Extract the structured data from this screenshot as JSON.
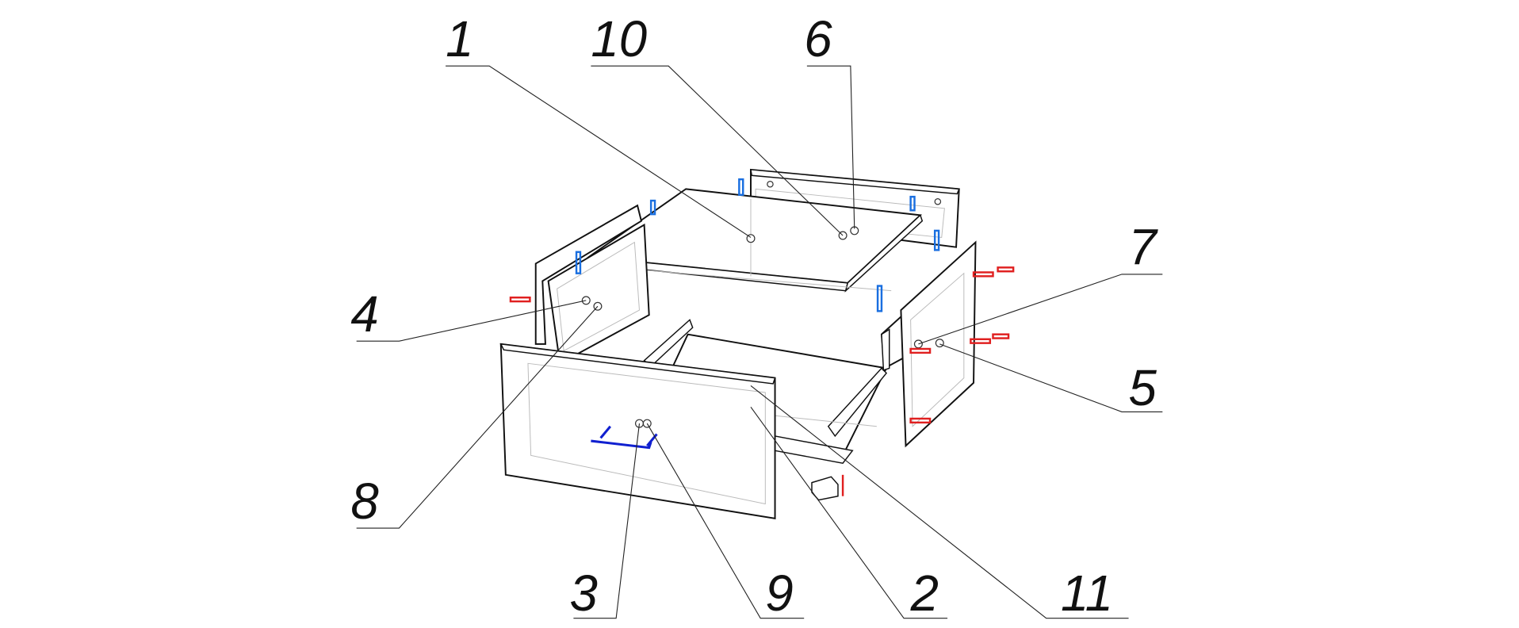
{
  "diagram": {
    "title": "Drawer unit exploded assembly view",
    "part_labels": [
      "1",
      "10",
      "6",
      "7",
      "5",
      "4",
      "8",
      "3",
      "9",
      "2",
      "11"
    ],
    "colors": {
      "line": "#111111",
      "fastener_red": "#e02020",
      "fastener_blue": "#1a6fe0",
      "handle_blue": "#1020d0"
    }
  }
}
